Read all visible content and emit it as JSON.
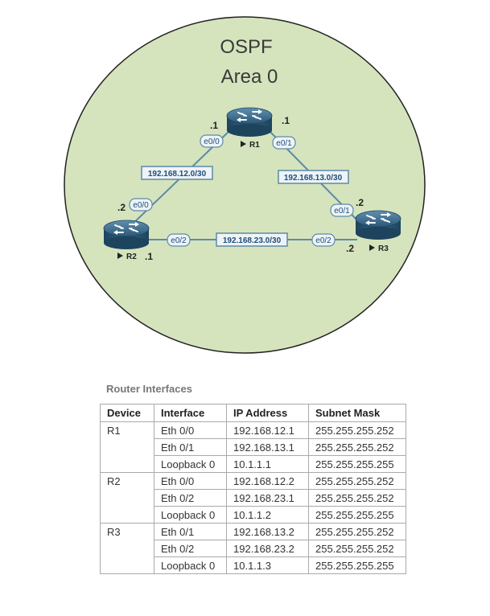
{
  "diagram": {
    "area_line1": "OSPF",
    "area_line2": "Area 0",
    "colors": {
      "area_fill": "#d5e4bd",
      "link": "#5d8aa8",
      "router": "#2f5f80",
      "label_border": "#5d8aa8"
    },
    "routers": [
      {
        "name": "R1",
        "icon": "router-icon"
      },
      {
        "name": "R2",
        "icon": "router-icon"
      },
      {
        "name": "R3",
        "icon": "router-icon"
      }
    ],
    "links": [
      {
        "subnet": "192.168.12.0/30",
        "a_iface": "e0/0",
        "a_octet": ".1",
        "b_iface": "e0/0",
        "b_octet": ".2"
      },
      {
        "subnet": "192.168.13.0/30",
        "a_iface": "e0/1",
        "a_octet": ".1",
        "b_iface": "e0/1",
        "b_octet": ".2"
      },
      {
        "subnet": "192.168.23.0/30",
        "a_iface": "e0/2",
        "a_octet": ".1",
        "b_iface": "e0/2",
        "b_octet": ".2"
      }
    ]
  },
  "table": {
    "title": "Router Interfaces",
    "headers": [
      "Device",
      "Interface",
      "IP Address",
      "Subnet Mask"
    ],
    "rows": [
      [
        "R1",
        "Eth 0/0",
        "192.168.12.1",
        "255.255.255.252"
      ],
      [
        "",
        "Eth 0/1",
        "192.168.13.1",
        "255.255.255.252"
      ],
      [
        "",
        "Loopback 0",
        "10.1.1.1",
        "255.255.255.255"
      ],
      [
        "R2",
        "Eth 0/0",
        "192.168.12.2",
        "255.255.255.252"
      ],
      [
        "",
        "Eth 0/2",
        "192.168.23.1",
        "255.255.255.252"
      ],
      [
        "",
        "Loopback 0",
        "10.1.1.2",
        "255.255.255.255"
      ],
      [
        "R3",
        "Eth 0/1",
        "192.168.13.2",
        "255.255.255.252"
      ],
      [
        "",
        "Eth 0/2",
        "192.168.23.2",
        "255.255.255.252"
      ],
      [
        "",
        "Loopback 0",
        "10.1.1.3",
        "255.255.255.255"
      ]
    ]
  }
}
